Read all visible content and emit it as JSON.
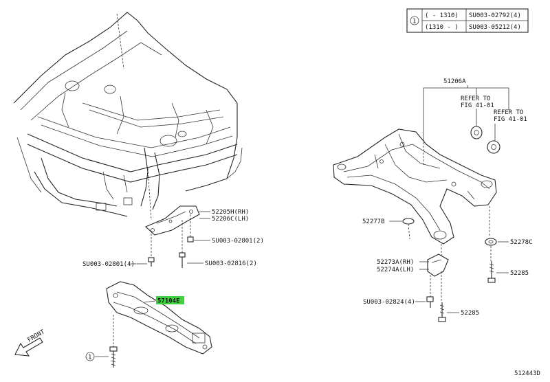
{
  "legend": {
    "marker": "1",
    "rows": [
      {
        "range": "(   - 1310)",
        "part": "SU003-02792(4)"
      },
      {
        "range": "(1310 -    )",
        "part": "SU003-05212(4)"
      }
    ]
  },
  "parts": {
    "p51206A": "51206A",
    "refer1_a": "REFER TO",
    "refer1_b": "FIG 41-01",
    "refer2_a": "REFER TO",
    "refer2_b": "FIG 41-01",
    "p52205H": "52205H(RH)",
    "p52206C": "52206C(LH)",
    "su02801_2": "SU003-02801(2)",
    "su02801_4": "SU003-02801(4)",
    "su02816": "SU003-02816(2)",
    "p57104E": "57104E",
    "p52277B": "52277B",
    "p52278C": "52278C",
    "p52273A": "52273A(RH)",
    "p52274A": "52274A(LH)",
    "p52285a": "52285",
    "su02824": "SU003-02824(4)",
    "p52285b": "52285",
    "bolt_marker": "1",
    "front": "FRONT",
    "diagram_id": "512443D"
  },
  "colors": {
    "highlight": "#3fd23f"
  }
}
